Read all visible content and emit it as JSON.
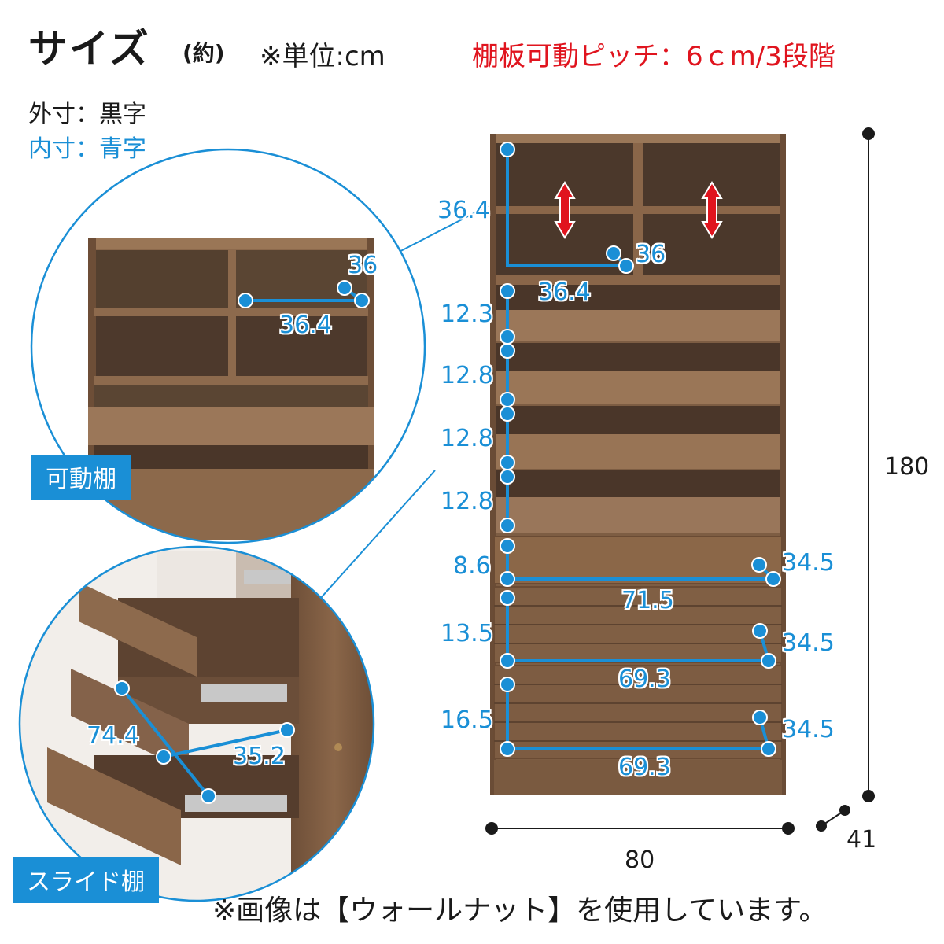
{
  "header": {
    "title": "サイズ",
    "approx": "(約)",
    "unit": "※単位:cm",
    "shelf_pitch": "棚板可動ピッチ：6ｃm/3段階"
  },
  "legend": {
    "outer": "外寸：黒字",
    "inner": "内寸：青字"
  },
  "callouts": {
    "movable_shelf": "可動棚",
    "slide_shelf": "スライド棚",
    "movable_depth": "36",
    "movable_width": "36.4",
    "slide_diag": "74.4",
    "slide_depth": "35.2"
  },
  "main_dims": {
    "top_height": "36.4",
    "top_depth": "36",
    "top_width": "36.4",
    "slide1": "12.3",
    "slide2": "12.8",
    "slide3": "12.8",
    "slide4": "12.8",
    "drawer1_height": "8.6",
    "drawer1_depth": "34.5",
    "drawer1_width": "71.5",
    "drawer2_height": "13.5",
    "drawer2_depth": "34.5",
    "drawer2_width": "69.3",
    "drawer3_height": "16.5",
    "drawer3_depth": "34.5",
    "drawer3_width": "69.3"
  },
  "outer_dims": {
    "height": "180",
    "width": "80",
    "depth": "41"
  },
  "footer": "※画像は【ウォールナット】を使用しています。",
  "colors": {
    "accent_blue": "#1a8fd6",
    "red": "#e0141e",
    "wood": "#7a5a40",
    "wood_dark": "#4a3528"
  }
}
